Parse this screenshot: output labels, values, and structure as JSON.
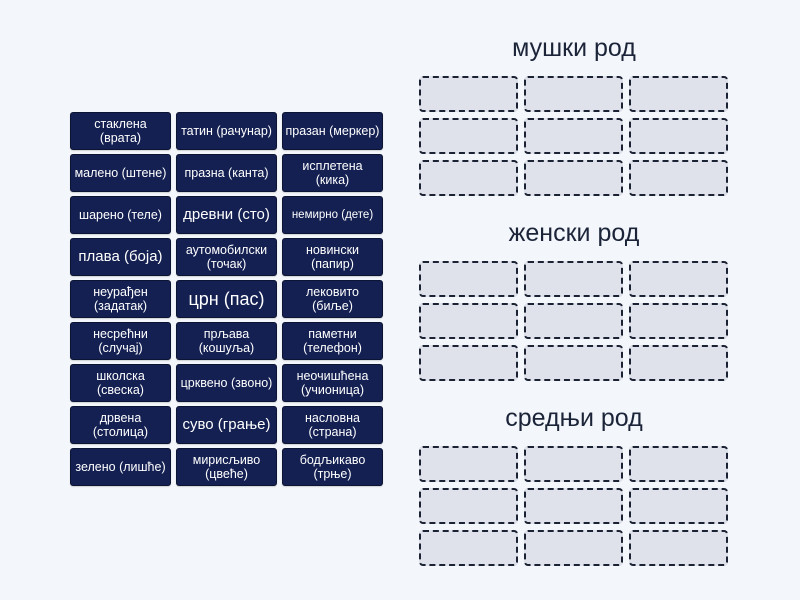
{
  "cards": [
    "стаклена (врата)",
    "татин (рачунар)",
    "празан (меркер)",
    "малено (штене)",
    "празна (канта)",
    "исплетена (кика)",
    "шарено (теле)",
    "древни (сто)",
    "немирно (дете)",
    "плава (боја)",
    "аутомобилски (точак)",
    "новински (папир)",
    "неурађен (задатак)",
    "црн (пас)",
    "лековито (биље)",
    "несрећни (случај)",
    "прљава (кошуља)",
    "паметни (телефон)",
    "школска (свеска)",
    "црквено (звоно)",
    "неочишћена (учионица)",
    "дрвена (столица)",
    "суво (грање)",
    "насловна (страна)",
    "зелено (лишће)",
    "мирисљиво (цвеће)",
    "бодљикаво (трње)"
  ],
  "groups": [
    {
      "title": "мушки род",
      "slot_count": 9
    },
    {
      "title": "женски род",
      "slot_count": 9
    },
    {
      "title": "средњи род",
      "slot_count": 9
    }
  ],
  "colors": {
    "card_bg": "#142052",
    "card_text": "#ffffff",
    "slot_bg": "#dfe2ea",
    "slot_border": "#1b2233",
    "page_bg": "#f3f6fa"
  }
}
